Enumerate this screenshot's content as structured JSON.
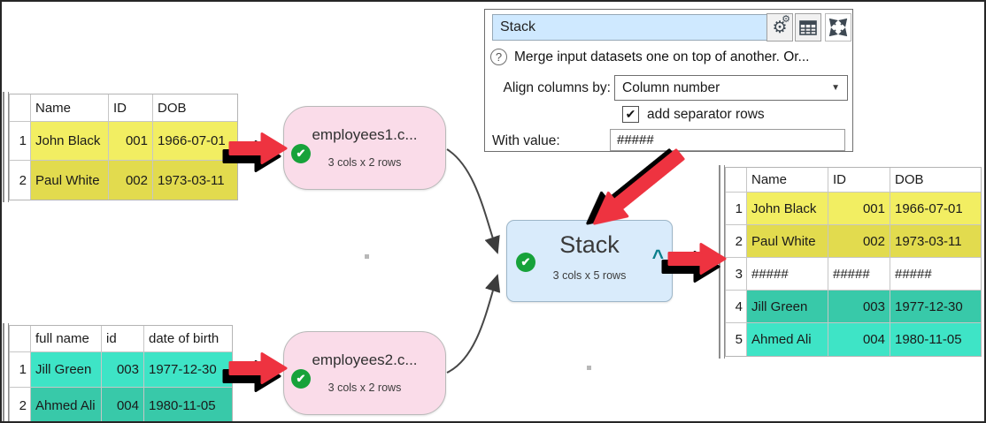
{
  "colors": {
    "yellow_light": "#f2ee62",
    "yellow_dark": "#e2db4e",
    "teal_light": "#3ee4c6",
    "teal_dark": "#38c9a9",
    "white_row": "#ffffff",
    "node_pink": "#fadce9",
    "node_blue": "#d9ebfb",
    "check_green": "#17a23a",
    "caret_teal": "#0b7f8c",
    "accent_red": "#ee3340",
    "field_blue": "#cfe9ff",
    "wire_gray": "#474747"
  },
  "icons": {
    "check_glyph": "✔",
    "gear_glyph": "⚙",
    "help_glyph": "?",
    "dropdown_glyph": "▼",
    "collapse_caret": "^"
  },
  "panel": {
    "name_value": "Stack",
    "help_text": "Merge input datasets one on top of another. Or...",
    "align_label": "Align columns by:",
    "align_value": "Column number",
    "separator_checkbox_label": "add separator rows",
    "separator_checked": true,
    "with_value_label": "With value:",
    "with_value": "#####"
  },
  "nodes": {
    "input1": {
      "title": "employees1.c...",
      "subtitle": "3 cols x 2 rows"
    },
    "input2": {
      "title": "employees2.c...",
      "subtitle": "3 cols x 2 rows"
    },
    "stack": {
      "title": "Stack",
      "subtitle": "3 cols x 5 rows"
    }
  },
  "tables": {
    "input1": {
      "headers": [
        "Name",
        "ID",
        "DOB"
      ],
      "rows": [
        {
          "num": "1",
          "cells": [
            "John Black",
            "001",
            "1966-07-01"
          ]
        },
        {
          "num": "2",
          "cells": [
            "Paul White",
            "002",
            "1973-03-11"
          ]
        }
      ]
    },
    "input2": {
      "headers": [
        "full name",
        "id",
        "date of birth"
      ],
      "rows": [
        {
          "num": "1",
          "cells": [
            "Jill Green",
            "003",
            "1977-12-30"
          ]
        },
        {
          "num": "2",
          "cells": [
            "Ahmed Ali",
            "004",
            "1980-11-05"
          ]
        }
      ]
    },
    "output": {
      "headers": [
        "Name",
        "ID",
        "DOB"
      ],
      "rows": [
        {
          "num": "1",
          "cells": [
            "John Black",
            "001",
            "1966-07-01"
          ]
        },
        {
          "num": "2",
          "cells": [
            "Paul White",
            "002",
            "1973-03-11"
          ]
        },
        {
          "num": "3",
          "cells": [
            "#####",
            "#####",
            "#####"
          ]
        },
        {
          "num": "4",
          "cells": [
            "Jill Green",
            "003",
            "1977-12-30"
          ]
        },
        {
          "num": "5",
          "cells": [
            "Ahmed Ali",
            "004",
            "1980-11-05"
          ]
        }
      ]
    }
  }
}
